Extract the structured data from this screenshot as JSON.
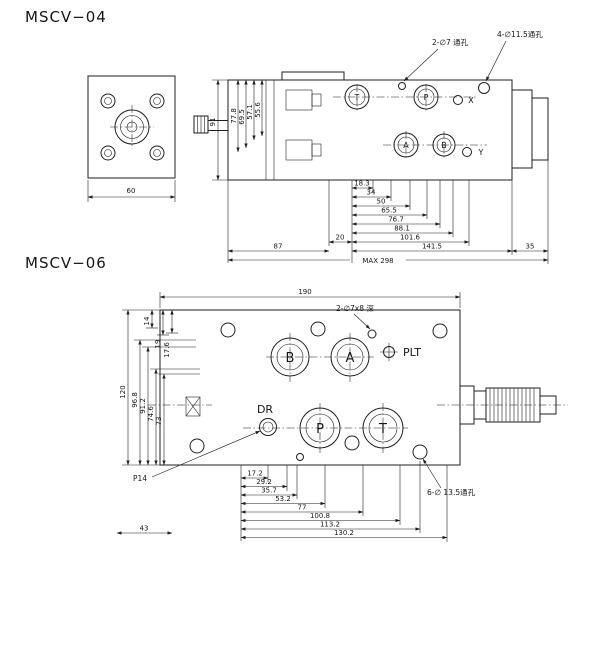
{
  "page": {
    "background": "#ffffff",
    "line_color": "#1f1f1f"
  },
  "mscv04": {
    "title": "MSCV−04",
    "annotations": {
      "small_holes": "2-∅7 通孔",
      "large_holes": "4-∅11.5通孔"
    },
    "ports": {
      "t": "T",
      "p": "P",
      "x": "X",
      "a": "A",
      "b": "B",
      "y": "Y"
    },
    "dims": {
      "flange_width": "60",
      "height": "91",
      "v1": "77.8",
      "v2": "69.5",
      "v3": "57.1",
      "v4": "55.6",
      "c1": "18.3",
      "c2": "34",
      "c3": "50",
      "c4": "65.5",
      "c5": "76.7",
      "c6": "88.1",
      "c7": "101.6",
      "c8": "20",
      "b1": "87",
      "b2": "141.5",
      "b3": "35",
      "overall": "MAX 298"
    }
  },
  "mscv06": {
    "title": "MSCV−06",
    "annotations": {
      "pilot_holes": "2-∅7x8 深",
      "mount_holes": "6-∅ 13.5通孔",
      "p14": "P14"
    },
    "ports": {
      "b": "B",
      "a": "A",
      "plt": "PLT",
      "dr": "DR",
      "p": "P",
      "t": "T"
    },
    "dims": {
      "width": "190",
      "height": "120",
      "l1": "96.8",
      "l2": "91.2",
      "l3": "74.6",
      "l4": "73",
      "t1": "14",
      "t2": "19",
      "t3": "17.6",
      "c1": "17.2",
      "c2": "29.2",
      "c3": "35.7",
      "c4": "53.2",
      "c5": "77",
      "c6": "100.8",
      "c7": "113.2",
      "c8": "130.2",
      "b1": "43"
    }
  }
}
